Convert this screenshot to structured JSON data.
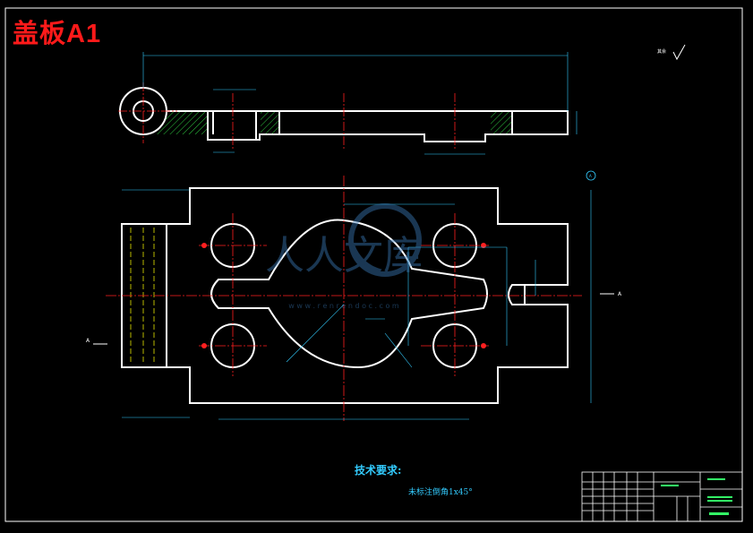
{
  "title": "盖板A1",
  "roughness_label": "其余",
  "section_marker": "A",
  "tech_requirements": {
    "heading": "技术要求:",
    "note": "未标注倒角1x45°"
  },
  "watermark": {
    "text": "人人文库",
    "url": "w w w . r e n r e n d o c . c o m"
  },
  "colors": {
    "outline": "#ffffff",
    "dimension": "#33ccff",
    "center_line": "#ff2020",
    "hatch": "#2ecc40",
    "title_red": "#ff1a1a"
  }
}
